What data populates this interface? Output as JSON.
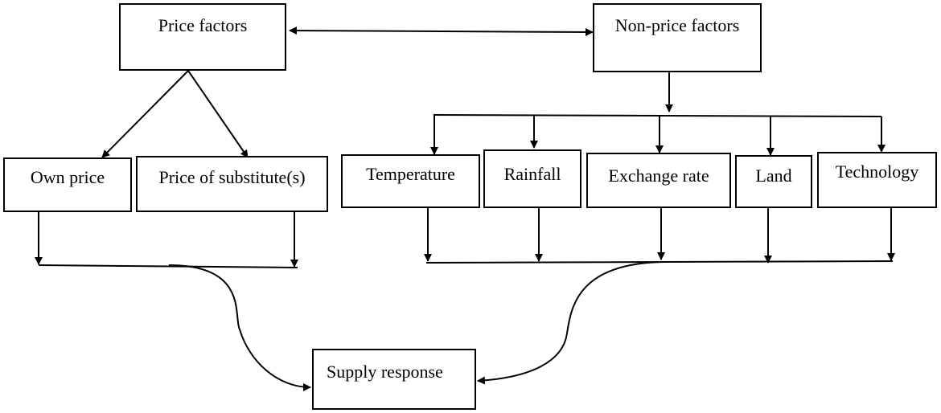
{
  "nodes": {
    "price_factors": "Price factors",
    "non_price_factors": "Non-price factors",
    "own_price": "Own price",
    "price_of_substitutes": "Price of substitute(s)",
    "temperature": "Temperature",
    "rainfall": "Rainfall",
    "exchange_rate": "Exchange rate",
    "land": "Land",
    "technology": "Technology",
    "supply_response": "Supply response"
  },
  "colors": {
    "line": "#000000",
    "box_border": "#000000",
    "background": "#ffffff"
  }
}
